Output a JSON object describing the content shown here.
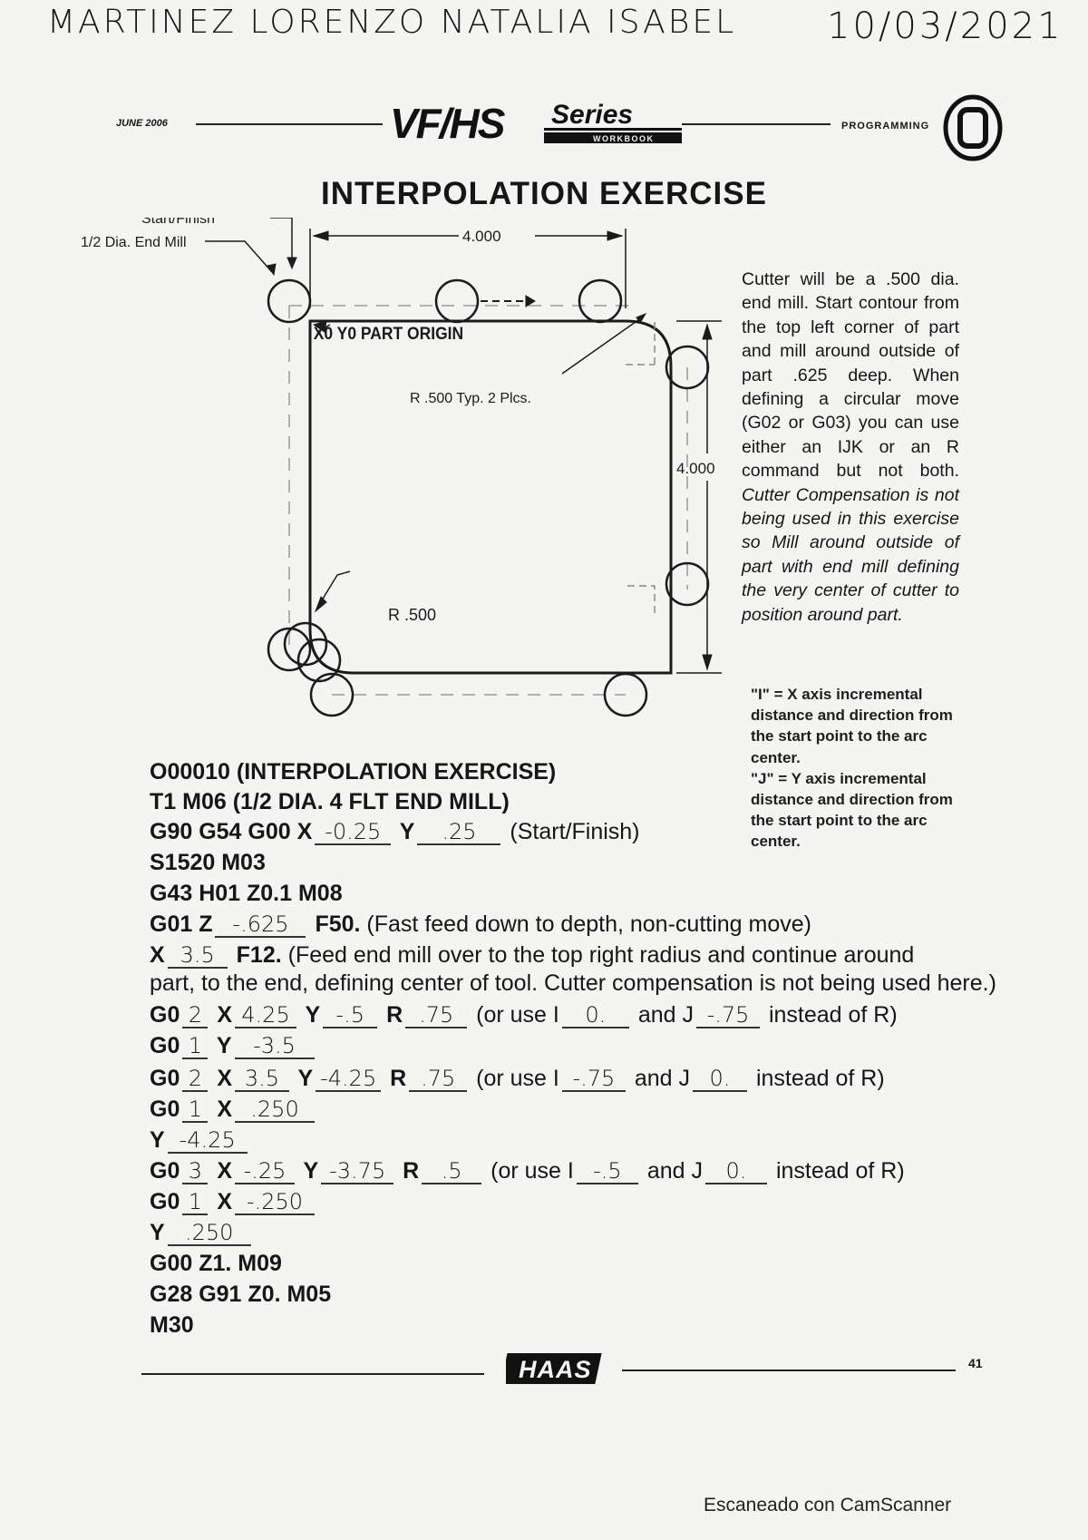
{
  "handwritten": {
    "name": "MARTINEZ LORENZO NATALIA ISABEL",
    "date": "10/03/2021"
  },
  "header": {
    "date": "JUNE 2006",
    "section": "PROGRAMMING",
    "logo_text": "VF/HS",
    "logo_series": "Series",
    "logo_sub": "WORKBOOK"
  },
  "title": "INTERPOLATION EXERCISE",
  "drawing": {
    "start_finish": "Start/Finish",
    "end_mill": "1/2 Dia. End Mill",
    "width_dim": "4.000",
    "height_dim": "4.000",
    "origin": "X0 Y0 PART ORIGIN",
    "radius_typ": "R .500 Typ. 2 Plcs.",
    "radius": "R .500"
  },
  "instructions": {
    "plain": "Cutter will be a .500 dia. end mill. Start contour from the top left corner of part and mill around outside of part .625 deep. When defining a circular move (G02 or G03) you can use either an IJK or an R command but not both.",
    "italic": "Cutter Compensation is not being used in this exercise so Mill around outside of part with end mill defining the very center of cutter to position around part."
  },
  "ij_notes": {
    "i": "\"I\" = X axis incremental distance and direction from the start point to the arc center.",
    "j": "\"J\" = Y axis incremental distance and direction from the start point to the arc center."
  },
  "program": {
    "l1": "O00010 (INTERPOLATION  EXERCISE)",
    "l2": "T1  M06  (1/2 DIA. 4 FLT END MILL)",
    "l3": {
      "pre": "G90  G54  G00  X",
      "x": "-0.25",
      "y_label": "Y",
      "y": ".25",
      "comment": "(Start/Finish)"
    },
    "l4": "S1520  M03",
    "l5": "G43  H01  Z0.1  M08",
    "l6": {
      "pre": "G01  Z",
      "z": "-.625",
      "rest": "F50.",
      "comment": "(Fast feed down to depth, non-cutting move)"
    },
    "l7": {
      "x_label": "X",
      "x": "3.5",
      "rest": "F12.",
      "comment": "(Feed end mill over to the top right radius and continue around"
    },
    "l8": "part, to the end, defining center of tool. Cutter compensation is not being used here.)",
    "l9": {
      "g": "2",
      "x": "4.25",
      "y": "-.5",
      "r": ".75",
      "i": "0.",
      "j": "-.75"
    },
    "l10": {
      "g": "1",
      "y": "-3.5"
    },
    "l11": {
      "g": "2",
      "x": "3.5",
      "y": "-4.25",
      "r": ".75",
      "i": "-.75",
      "j": "0."
    },
    "l12": {
      "g": "1",
      "x": ".250"
    },
    "l13": {
      "y": "-4.25"
    },
    "l14": {
      "g": "3",
      "x": "-.25",
      "y": "-3.75",
      "r": ".5",
      "i": "-.5",
      "j": "0."
    },
    "l15": {
      "g": "1",
      "x": "-.250"
    },
    "l16": {
      "y": ".250"
    },
    "l17": "G00  Z1.  M09",
    "l18": "G28  G91  Z0.  M05",
    "l19": "M30",
    "labels": {
      "g0": "G0",
      "x": "X",
      "y": "Y",
      "r": "R",
      "or_use_i": "(or use I",
      "and_j": "and J",
      "instead": "instead of R)"
    }
  },
  "footer": {
    "page": "41",
    "brand": "HAAS"
  },
  "scanner": "Escaneado con CamScanner"
}
